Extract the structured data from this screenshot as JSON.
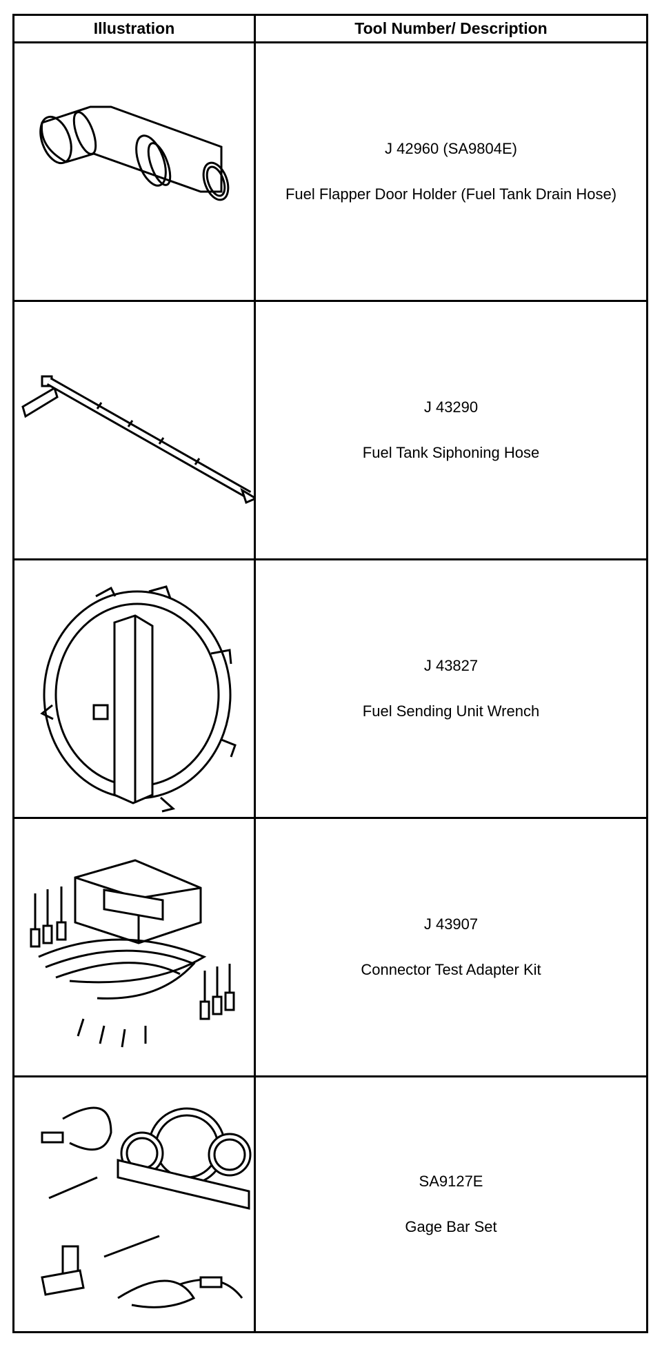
{
  "table": {
    "headers": {
      "illustration": "Illustration",
      "tool": "Tool Number/ Description"
    },
    "rows": [
      {
        "number": "J 42960 (SA9804E)",
        "description": "Fuel Flapper Door Holder (Fuel Tank Drain Hose)",
        "icon": "flapper-door-holder-icon"
      },
      {
        "number": "J 43290",
        "description": "Fuel Tank Siphoning Hose",
        "icon": "siphoning-hose-icon"
      },
      {
        "number": "J 43827",
        "description": "Fuel Sending Unit Wrench",
        "icon": "sending-unit-wrench-icon"
      },
      {
        "number": "J 43907",
        "description": "Connector Test Adapter Kit",
        "icon": "test-adapter-kit-icon"
      },
      {
        "number": "SA9127E",
        "description": "Gage Bar Set",
        "icon": "gage-bar-set-icon"
      }
    ]
  }
}
